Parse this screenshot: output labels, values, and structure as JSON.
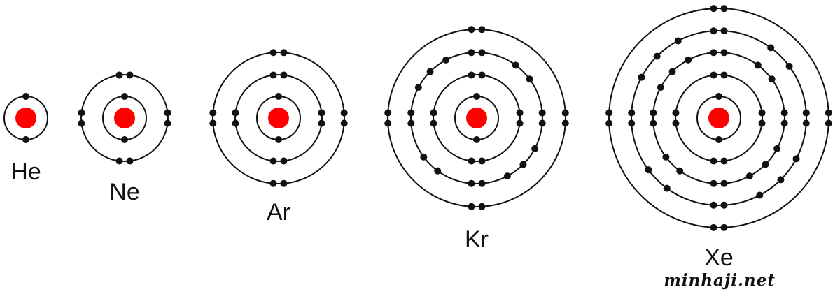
{
  "colors": {
    "nucleus": "#ff0000",
    "shell": "#111111",
    "electron": "#111111",
    "background": "#ffffff"
  },
  "atoms": [
    {
      "symbol": "He",
      "shells": [
        2
      ]
    },
    {
      "symbol": "Ne",
      "shells": [
        2,
        8
      ]
    },
    {
      "symbol": "Ar",
      "shells": [
        2,
        8,
        8
      ]
    },
    {
      "symbol": "Kr",
      "shells": [
        2,
        8,
        18,
        8
      ]
    },
    {
      "symbol": "Xe",
      "shells": [
        2,
        8,
        18,
        18,
        8
      ]
    }
  ],
  "watermark": "minhaji.net"
}
